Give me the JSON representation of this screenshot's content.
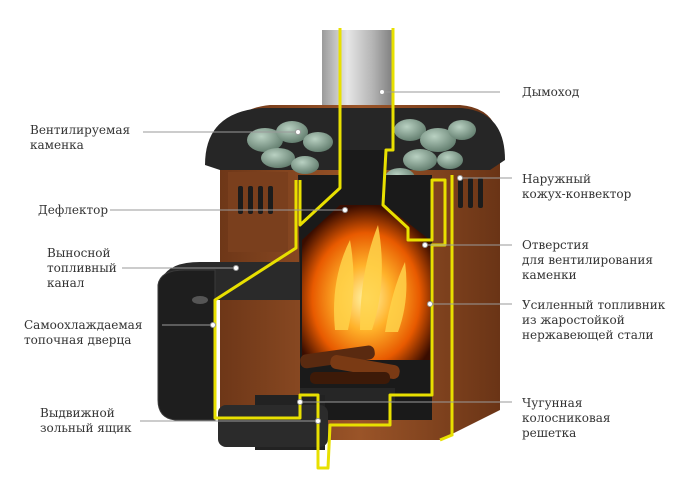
{
  "colors": {
    "background": "#ffffff",
    "text": "#333333",
    "leader_line": "#9a9a9a",
    "steel_outline": "#e8e000",
    "copper_panel": "#8a4a22",
    "black_steel": "#2e2e2e",
    "fire": "#ff8a00"
  },
  "labels": {
    "chimney": "Дымоход",
    "ventilated_stove": "Вентилируемая\nкаменка",
    "outer_casing": "Наружный\nкожух-конвектор",
    "deflector": "Дефлектор",
    "vent_holes": "Отверстия\nдля вентилирования\nкаменки",
    "remote_fuel_channel": "Выносной\nтопливный\nканал",
    "firebox": "Усиленный топливник\nиз жаростойкой\nнержавеющей стали",
    "door": "Самоохлаждаемая\nтопочная дверца",
    "ash_box": "Выдвижной\nзольный ящик",
    "grate": "Чугунная\nколосниковая\nрешетка"
  },
  "icons": {
    "stones": "sauna-stones-icon",
    "flame": "fire-icon",
    "firewood": "firewood-icon"
  }
}
